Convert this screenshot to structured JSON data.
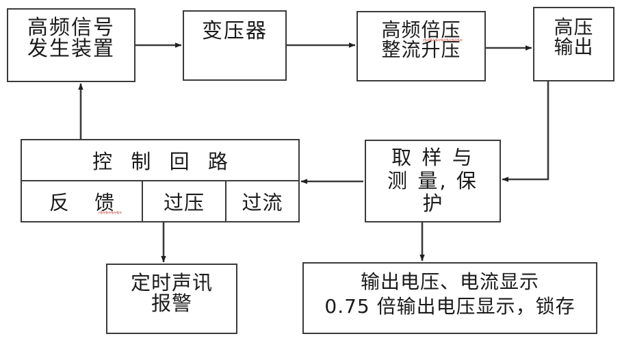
{
  "diagram": {
    "type": "block-diagram",
    "title": "",
    "background_color": "#ffffff",
    "line_color": "#3a3a3a",
    "text_color": "#1a1a1a",
    "spellcheck_underline_color": "#d2544d",
    "nodes": {
      "hf_generator": {
        "lines": [
          "高频信号",
          "发生装置"
        ]
      },
      "transformer": {
        "lines": [
          "变压器"
        ]
      },
      "hf_multiplier": {
        "lines": [
          "高频倍压",
          "整流升压"
        ],
        "misspelled_segment": "倍压"
      },
      "hv_output": {
        "lines": [
          "高压",
          "输出"
        ]
      },
      "control_circuit": {
        "header": "控 制 回 路",
        "cells": [
          {
            "label": "反 馈",
            "misspelled_segment": "馈"
          },
          {
            "label": "过压"
          },
          {
            "label": "过流"
          }
        ]
      },
      "sampling": {
        "lines": [
          "取 样 与",
          "测 量, 保",
          "护"
        ]
      },
      "alarm": {
        "lines": [
          "定时声讯",
          "报警"
        ]
      },
      "display": {
        "lines": [
          "输出电压、电流显示",
          "0.75 倍输出电压显示，锁存"
        ]
      }
    },
    "connections": [
      {
        "from": "hf_generator",
        "to": "transformer",
        "style": "arrow-right"
      },
      {
        "from": "transformer",
        "to": "hf_multiplier",
        "style": "arrow-right"
      },
      {
        "from": "hf_multiplier",
        "to": "hv_output",
        "style": "arrow-right"
      },
      {
        "from": "hv_output",
        "to": "sampling",
        "style": "elbow-down-left-arrow"
      },
      {
        "from": "sampling",
        "to": "control_circuit",
        "style": "arrow-left"
      },
      {
        "from": "control_circuit",
        "to": "hf_generator",
        "style": "arrow-up"
      },
      {
        "from": "control_circuit",
        "to": "alarm",
        "style": "arrow-down"
      },
      {
        "from": "sampling",
        "to": "display",
        "style": "arrow-down"
      }
    ]
  }
}
